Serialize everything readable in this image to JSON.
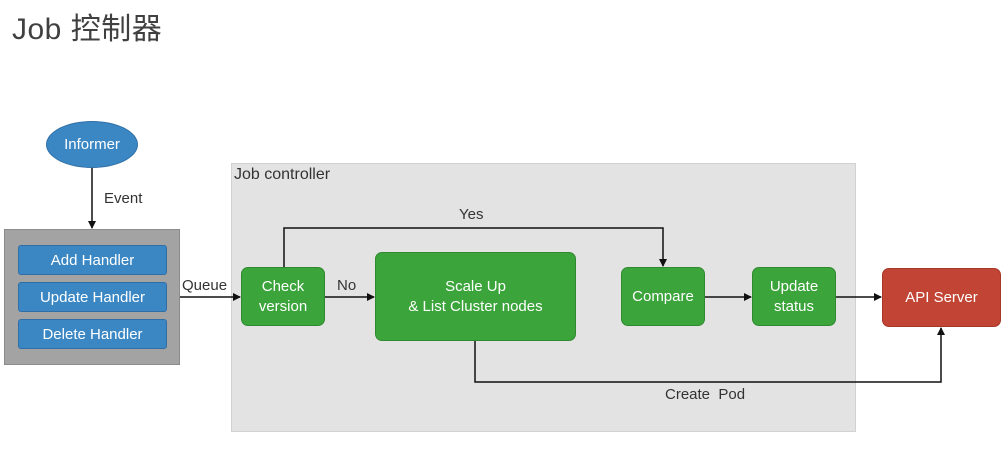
{
  "title": "Job 控制器",
  "nodes": {
    "informer": "Informer",
    "handlers": [
      "Add Handler",
      "Update Handler",
      "Delete Handler"
    ],
    "controller_label": "Job controller",
    "check_version": [
      "Check",
      "version"
    ],
    "scale_up": [
      "Scale Up",
      "& List Cluster nodes"
    ],
    "compare": "Compare",
    "update_status": [
      "Update",
      "status"
    ],
    "api_server": "API Server"
  },
  "edges": {
    "event": "Event",
    "queue": "Queue",
    "no": "No",
    "yes": "Yes",
    "create_pod": "Create  Pod"
  },
  "colors": {
    "blue": "#3b87c4",
    "green": "#3ba43b",
    "red": "#c24434",
    "panel_gray": "#e3e3e4",
    "handler_gray": "#a3a3a3"
  }
}
